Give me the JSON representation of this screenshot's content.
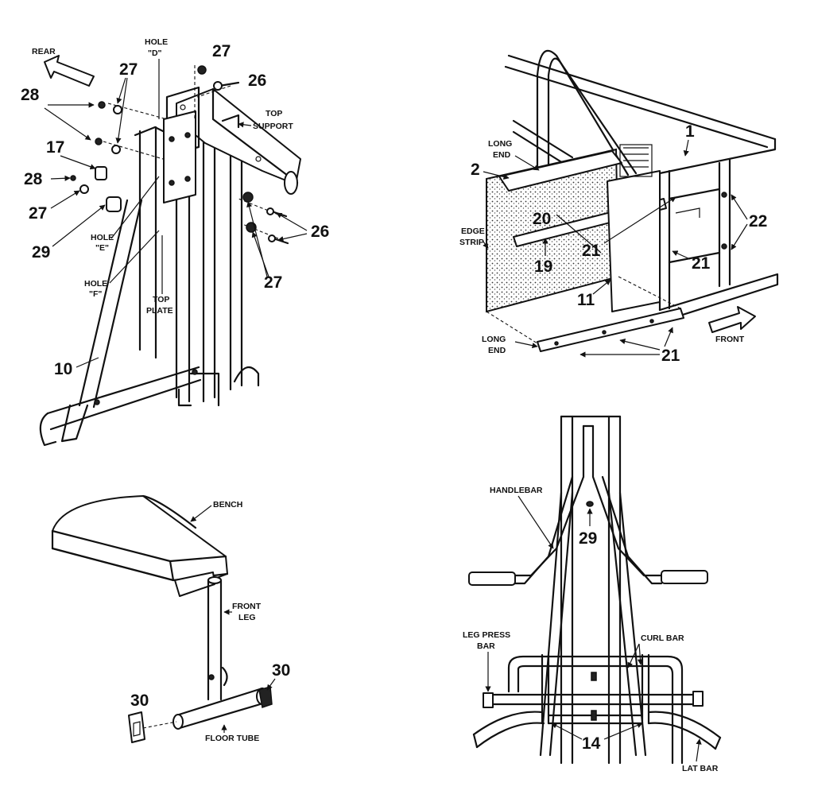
{
  "panel_top_left": {
    "direction_rear": "REAR",
    "hole_d": "HOLE",
    "hole_d_mark": "\"D\"",
    "hole_e": "HOLE",
    "hole_e_mark": "\"E\"",
    "hole_f": "HOLE",
    "hole_f_mark": "\"F\"",
    "top_support_1": "TOP",
    "top_support_2": "SUPPORT",
    "top_plate_1": "TOP",
    "top_plate_2": "PLATE",
    "n27a": "27",
    "n27b": "27",
    "n27c": "27",
    "n27d": "27",
    "n26a": "26",
    "n26b": "26",
    "n28a": "28",
    "n28b": "28",
    "n17": "17",
    "n29": "29",
    "n10": "10"
  },
  "panel_top_right": {
    "long_end_1a": "LONG",
    "long_end_1b": "END",
    "long_end_2a": "LONG",
    "long_end_2b": "END",
    "edge_strip_1": "EDGE",
    "edge_strip_2": "STRIP",
    "direction_front": "FRONT",
    "n1": "1",
    "n2": "2",
    "n20": "20",
    "n19": "19",
    "n21a": "21",
    "n21b": "21",
    "n21c": "21",
    "n11": "11",
    "n22": "22"
  },
  "panel_bottom_left": {
    "bench": "BENCH",
    "front_leg_1": "FRONT",
    "front_leg_2": "LEG",
    "floor_tube": "FLOOR TUBE",
    "n30a": "30",
    "n30b": "30"
  },
  "panel_bottom_right": {
    "handlebar": "HANDLEBAR",
    "leg_press_1": "LEG PRESS",
    "leg_press_2": "BAR",
    "curl_bar": "CURL BAR",
    "lat_bar": "LAT BAR",
    "n29": "29",
    "n14": "14"
  }
}
